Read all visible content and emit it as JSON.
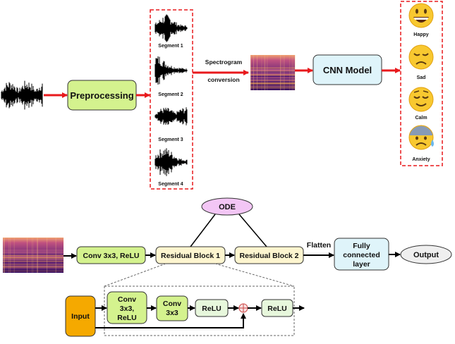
{
  "top": {
    "preprocessing": "Preprocessing",
    "segments": [
      "Segment 1",
      "Segment 2",
      "Segment 3",
      "Segment 4"
    ],
    "spectrogram_line1": "Spectrogram",
    "spectrogram_line2": "conversion",
    "cnn_model": "CNN Model",
    "emotions": [
      {
        "label": "Happy",
        "icon": "grinning-face-emoji"
      },
      {
        "label": "Sad",
        "icon": "sad-face-emoji"
      },
      {
        "label": "Calm",
        "icon": "relieved-face-emoji"
      },
      {
        "label": "Anxiety",
        "icon": "anxious-face-emoji"
      }
    ]
  },
  "bottom": {
    "ode": "ODE",
    "conv_relu": "Conv 3x3, ReLU",
    "residual_block_1": "Residual Block 1",
    "residual_block_2": "Residual Block 2",
    "flatten": "Flatten",
    "fc_line1": "Fully",
    "fc_line2": "connected",
    "fc_line3": "layer",
    "output": "Output"
  },
  "detail": {
    "input": "Input",
    "conv_line1": "Conv",
    "conv_line2": "3x3,",
    "conv_line3": "ReLU",
    "conv2_line1": "Conv",
    "conv2_line2": "3x3",
    "relu_1": "ReLU",
    "relu_2": "ReLU"
  },
  "colors": {
    "arrow_red": "#e8191c",
    "green_box": "#d4f28e",
    "blue_box": "#dff4fa",
    "cream_box": "#fdf5cf",
    "ode_fill": "#f3c6f5",
    "input_orange": "#f5a900",
    "light_green_box": "#e7f7dc",
    "emoji_yellow": "#f8c830"
  }
}
